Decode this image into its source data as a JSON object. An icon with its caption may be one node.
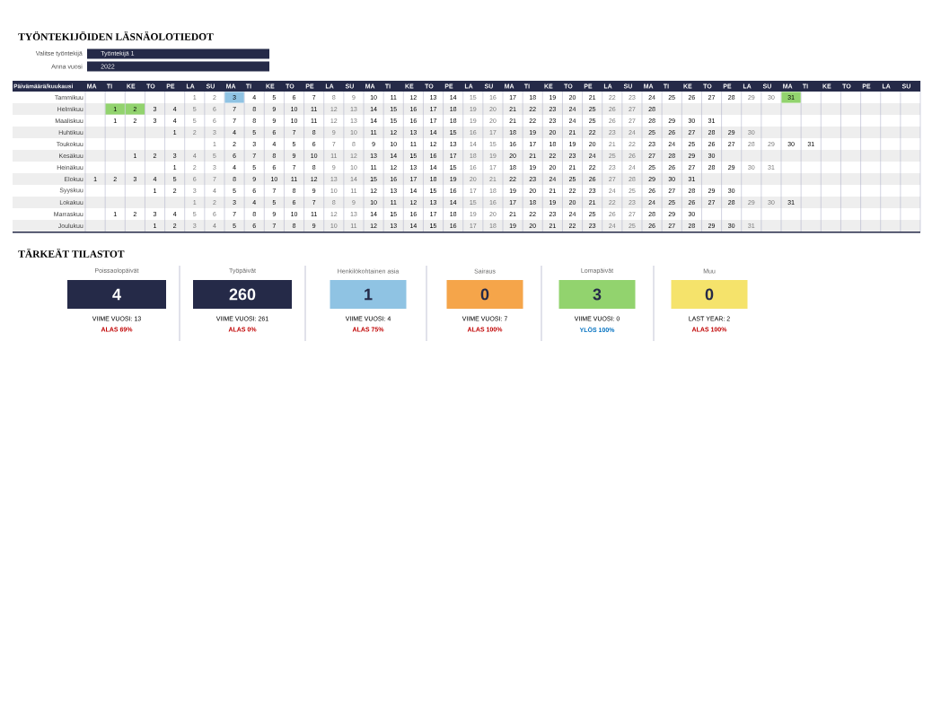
{
  "diagram": {
    "title": "TYÖNTEKIJÖIDEN LÄSNÄOLOTIEDOT",
    "nodes": [
      {
        "text": [
          "Poissaolopäivät",
          "4"
        ],
        "beside": [
          "VIIME VUOSI: 13",
          "ALAS 69%"
        ]
      },
      {
        "text": [
          "Työpäivät",
          "260"
        ],
        "beside": [
          "VIIME VUOSI: 261",
          "ALAS 0%"
        ]
      },
      {
        "text": [
          "Henkilökohtainen asia",
          "1"
        ],
        "beside": [
          "VIIME VUOSI: 4",
          "ALAS 75%"
        ]
      },
      {
        "text": [
          "Sairaus",
          "0"
        ],
        "beside": [
          "VIIME VUOSI: 7",
          "ALAS 100%"
        ]
      },
      {
        "text": [
          "Lomapäivät",
          "3"
        ],
        "beside": [
          "VIIME VUOSI: 0",
          "YLÖS 100%"
        ]
      },
      {
        "text": [
          "Muu",
          "0"
        ],
        "beside": [
          "LAST YEAR: 2",
          "ALAS 100%"
        ]
      }
    ],
    "labels": [
      "Valitse työntekijä",
      "Työntekijä 1",
      "Anna vuosi",
      "2022",
      "Päivämäärä/kuukausi",
      "MA",
      "TI",
      "KE",
      "TO",
      "PE",
      "LA",
      "SU",
      "MA",
      "TI",
      "KE",
      "TO",
      "PE",
      "LA",
      "SU",
      "MA",
      "TI",
      "KE",
      "TO",
      "PE",
      "LA",
      "SU",
      "MA",
      "TI",
      "KE",
      "TO",
      "PE",
      "LA",
      "SU",
      "MA",
      "TI",
      "KE",
      "TO",
      "PE",
      "LA",
      "SU",
      "MA",
      "TI",
      "KE",
      "TO",
      "PE",
      "LA",
      "SU",
      "Tammikuu",
      "1",
      "2",
      "3",
      "4",
      "5",
      "6",
      "7",
      "8",
      "9",
      "10",
      "11",
      "12",
      "13",
      "14",
      "15",
      "16",
      "17",
      "18",
      "19",
      "20",
      "21",
      "22",
      "23",
      "24",
      "25",
      "26",
      "27",
      "28",
      "29",
      "30",
      "31",
      "Helmikuu",
      "1",
      "2",
      "3",
      "4",
      "5",
      "6",
      "7",
      "8",
      "9",
      "10",
      "11",
      "12",
      "13",
      "14",
      "15",
      "16",
      "17",
      "18",
      "19",
      "20",
      "21",
      "22",
      "23",
      "24",
      "25",
      "26",
      "27",
      "28",
      "Maaliskuu",
      "1",
      "2",
      "3",
      "4",
      "5",
      "6",
      "7",
      "8",
      "9",
      "10",
      "11",
      "12",
      "13",
      "14",
      "15",
      "16",
      "17",
      "18",
      "19",
      "20",
      "21",
      "22",
      "23",
      "24",
      "25",
      "26",
      "27",
      "28",
      "29",
      "30",
      "31",
      "Huhtikuu",
      "1",
      "2",
      "3",
      "4",
      "5",
      "6",
      "7",
      "8",
      "9",
      "10",
      "11",
      "12",
      "13",
      "14",
      "15",
      "16",
      "17",
      "18",
      "19",
      "20",
      "21",
      "22",
      "23",
      "24",
      "25",
      "26",
      "27",
      "28",
      "29",
      "30",
      "Toukokuu",
      "1",
      "2",
      "3",
      "4",
      "5",
      "6",
      "7",
      "8",
      "9",
      "10",
      "11",
      "12",
      "13",
      "14",
      "15",
      "16",
      "17",
      "18",
      "19",
      "20",
      "21",
      "22",
      "23",
      "24",
      "25",
      "26",
      "27",
      "28",
      "29",
      "30",
      "31",
      "Kesäkuu",
      "1",
      "2",
      "3",
      "4",
      "5",
      "6",
      "7",
      "8",
      "9",
      "10",
      "11",
      "12",
      "13",
      "14",
      "15",
      "16",
      "17",
      "18",
      "19",
      "20",
      "21",
      "22",
      "23",
      "24",
      "25",
      "26",
      "27",
      "28",
      "29",
      "30",
      "Heinäkuu",
      "1",
      "2",
      "3",
      "4",
      "5",
      "6",
      "7",
      "8",
      "9",
      "10",
      "11",
      "12",
      "13",
      "14",
      "15",
      "16",
      "17",
      "18",
      "19",
      "20",
      "21",
      "22",
      "23",
      "24",
      "25",
      "26",
      "27",
      "28",
      "29",
      "30",
      "31",
      "Elokuu",
      "1",
      "2",
      "3",
      "4",
      "5",
      "6",
      "7",
      "8",
      "9",
      "10",
      "11",
      "12",
      "13",
      "14",
      "15",
      "16",
      "17",
      "18",
      "19",
      "20",
      "21",
      "22",
      "23",
      "24",
      "25",
      "26",
      "27",
      "28",
      "29",
      "30",
      "31",
      "Syyskuu",
      "1",
      "2",
      "3",
      "4",
      "5",
      "6",
      "7",
      "8",
      "9",
      "10",
      "11",
      "12",
      "13",
      "14",
      "15",
      "16",
      "17",
      "18",
      "19",
      "20",
      "21",
      "22",
      "23",
      "24",
      "25",
      "26",
      "27",
      "28",
      "29",
      "30",
      "Lokakuu",
      "1",
      "2",
      "3",
      "4",
      "5",
      "6",
      "7",
      "8",
      "9",
      "10",
      "11",
      "12",
      "13",
      "14",
      "15",
      "16",
      "17",
      "18",
      "19",
      "20",
      "21",
      "22",
      "23",
      "24",
      "25",
      "26",
      "27",
      "28",
      "29",
      "30",
      "31",
      "Marraskuu",
      "1",
      "2",
      "3",
      "4",
      "5",
      "6",
      "7",
      "8",
      "9",
      "10",
      "11",
      "12",
      "13",
      "14",
      "15",
      "16",
      "17",
      "18",
      "19",
      "20",
      "21",
      "22",
      "23",
      "24",
      "25",
      "26",
      "27",
      "28",
      "29",
      "30",
      "Joulukuu",
      "1",
      "2",
      "3",
      "4",
      "5",
      "6",
      "7",
      "8",
      "9",
      "10",
      "11",
      "12",
      "13",
      "14",
      "15",
      "16",
      "17",
      "18",
      "19",
      "20",
      "21",
      "22",
      "23",
      "24",
      "25",
      "26",
      "27",
      "28",
      "29",
      "30",
      "31",
      "TÄRKEÄT TILASTOT"
    ]
  }
}
